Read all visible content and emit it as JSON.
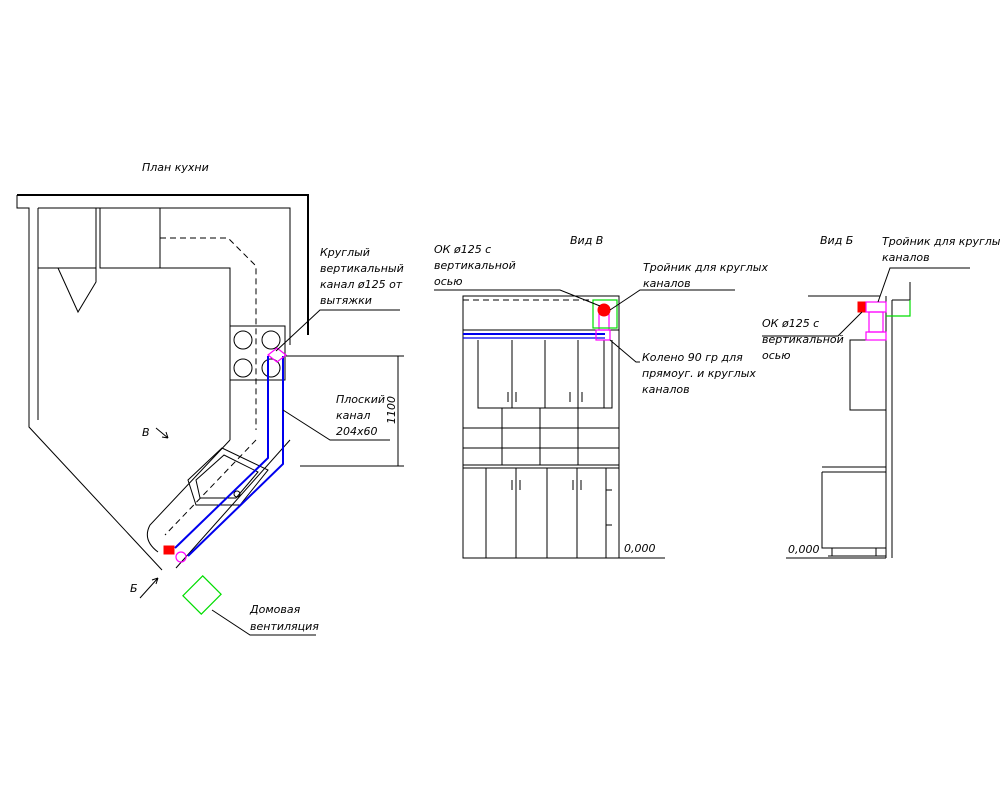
{
  "plan": {
    "title": "План кухни",
    "label_round_channel": [
      "Круглый",
      "вертикальный",
      "канал ø125 от",
      "вытяжки"
    ],
    "label_flat_channel": [
      "Плоский",
      "канал",
      "204х60"
    ],
    "dimension": "1100",
    "view_b_marker": "В",
    "view_be_marker": "Б",
    "label_house_vent": [
      "Домовая",
      "вентиляция"
    ]
  },
  "view_v": {
    "title": "Вид В",
    "label_ok": [
      "ОК ø125 с",
      "вертикальной",
      "осью"
    ],
    "label_tee": [
      "Тройник для круглых",
      "каналов"
    ],
    "label_elbow": [
      "Колено 90 гр для",
      "прямоуг. и круглых",
      "каналов"
    ],
    "level": "0,000"
  },
  "view_be": {
    "title": "Вид Б",
    "label_tee": [
      "Тройник для круглых",
      "каналов"
    ],
    "label_ok": [
      "ОК ø125 с",
      "вертикальной",
      "осью"
    ],
    "level": "0,000"
  },
  "colors": {
    "duct_flat": "#0000ee",
    "duct_round": "#ff00ff",
    "ventilation": "#00dd00",
    "hood": "#ff0000"
  }
}
